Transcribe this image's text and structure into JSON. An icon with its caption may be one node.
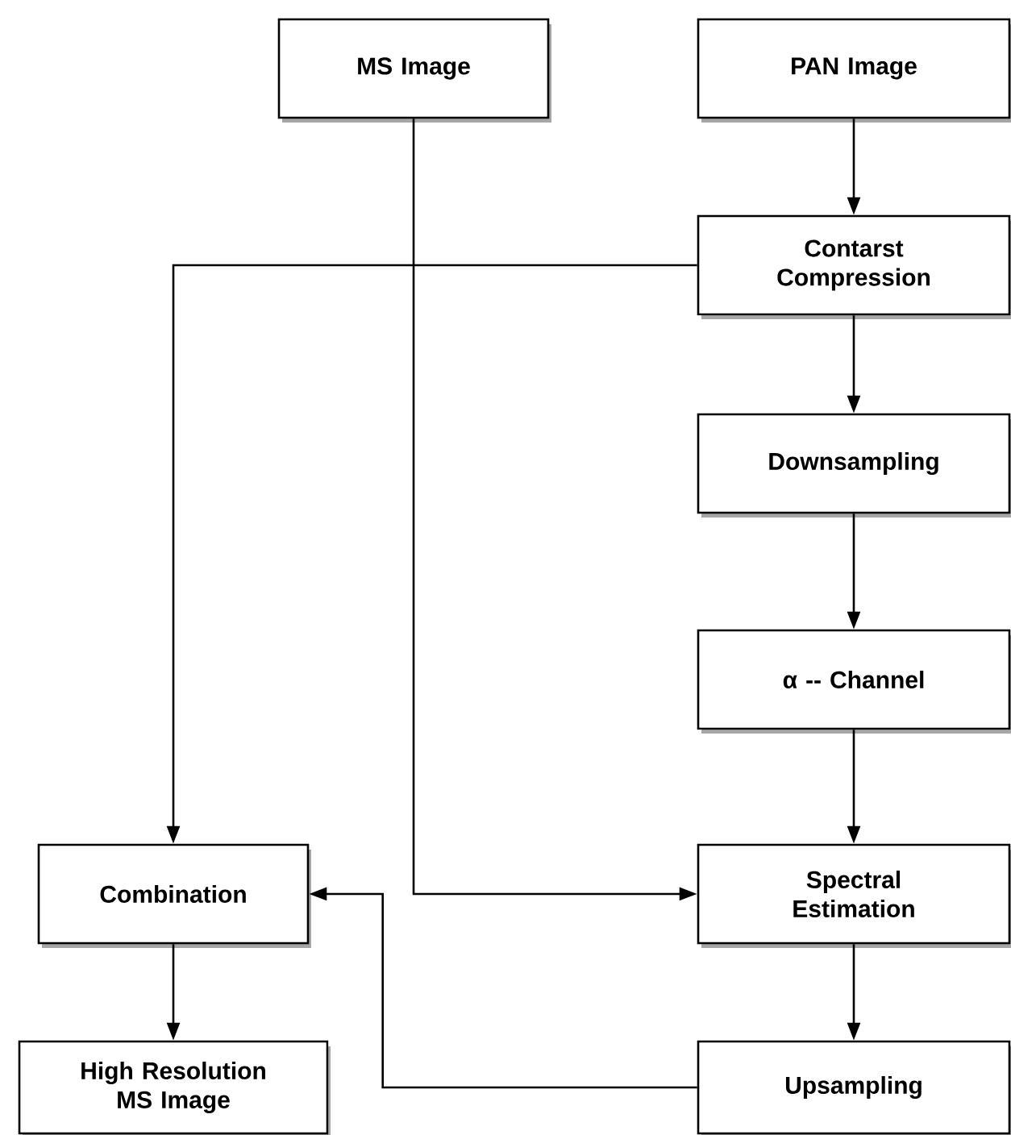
{
  "diagram": {
    "nodes": [
      {
        "text": [
          "MS Image"
        ]
      },
      {
        "text": [
          "PAN Image"
        ]
      },
      {
        "text": [
          "Contarst Compression"
        ]
      },
      {
        "text": [
          "Downsampling"
        ]
      },
      {
        "text": [
          "α -- Channel"
        ]
      },
      {
        "text": [
          "Combination"
        ]
      },
      {
        "text": [
          "Spectral Estimation"
        ]
      },
      {
        "text": [
          "High Resolution MS Image"
        ]
      },
      {
        "text": [
          "Upsampling"
        ]
      }
    ],
    "edges": [
      {
        "from": 1,
        "to": 2,
        "arrow": "to"
      },
      {
        "from": 2,
        "to": 3,
        "arrow": "to"
      },
      {
        "from": 3,
        "to": 4,
        "arrow": "to"
      },
      {
        "from": 4,
        "to": 6,
        "arrow": "to"
      },
      {
        "from": 6,
        "to": 8,
        "arrow": "to"
      },
      {
        "from": 2,
        "to": 5,
        "arrow": "to"
      },
      {
        "from": 0,
        "to": 6,
        "arrow": "to"
      },
      {
        "from": 8,
        "to": 5,
        "arrow": "to"
      },
      {
        "from": 5,
        "to": 7,
        "arrow": "to"
      }
    ]
  }
}
